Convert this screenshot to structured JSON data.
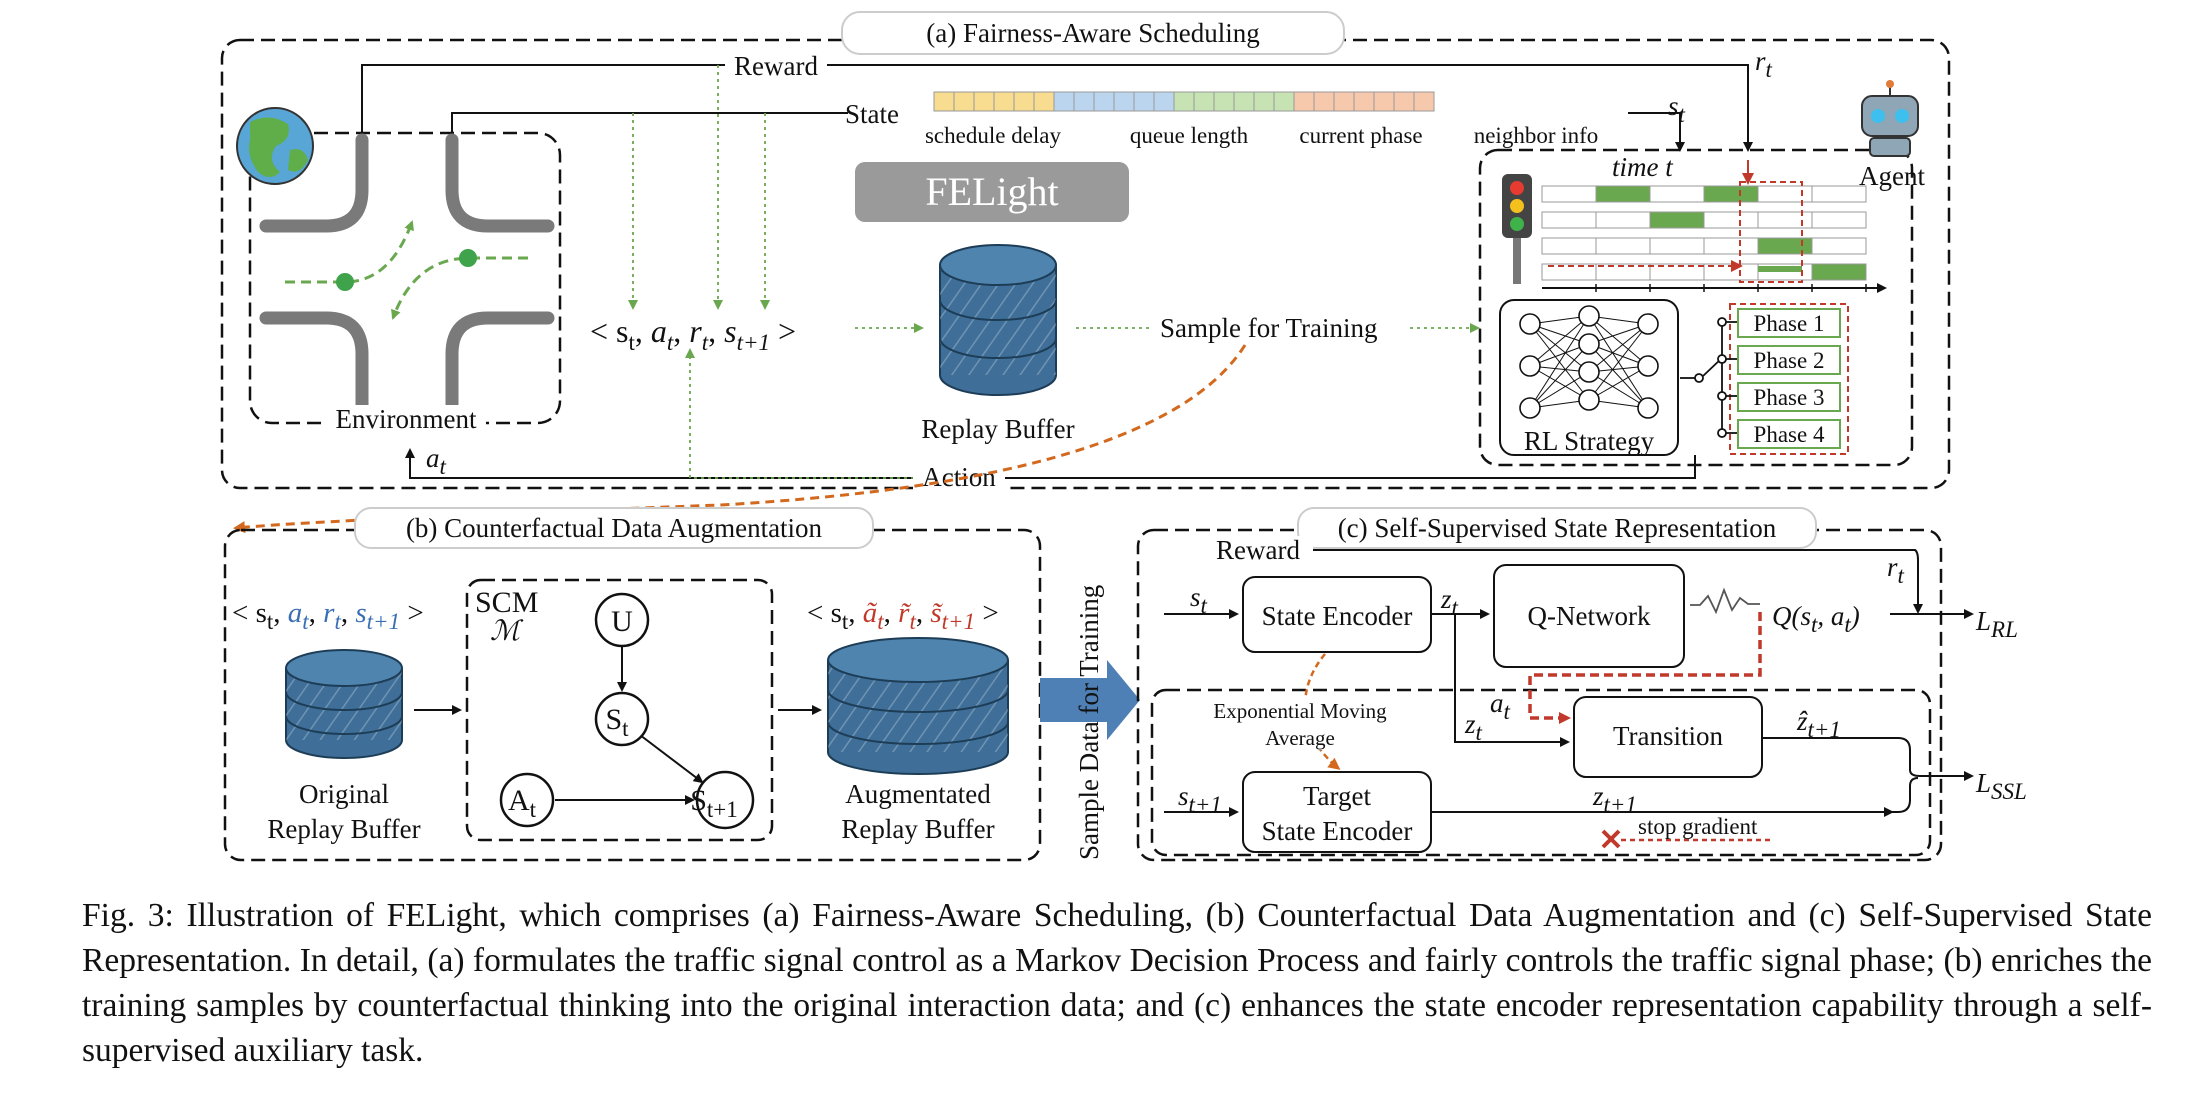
{
  "panels": {
    "a_title": "(a) Fairness-Aware Scheduling",
    "b_title": "(b) Counterfactual Data Augmentation",
    "c_title": "(c) Self-Supervised State Representation"
  },
  "panel_a": {
    "reward": "Reward",
    "state": "State",
    "r_t": "r",
    "r_t_sub": "t",
    "s_t": "s",
    "s_t_sub": "t",
    "state_segments": [
      "schedule delay",
      "queue length",
      "current phase",
      "neighbor info"
    ],
    "state_colors": [
      "#f8dc90",
      "#bcd5ee",
      "#c7e2b3",
      "#f6c9ad"
    ],
    "felight": "FELight",
    "agent": "Agent",
    "time_label": "time  t",
    "environment": "Environment",
    "replay_buffer": "Replay Buffer",
    "sample_for_training": "Sample for Training",
    "action": "Action",
    "a_t": "a",
    "a_t_sub": "t",
    "rl_strategy": "RL Strategy",
    "phases": [
      "Phase 1",
      "Phase 2",
      "Phase 3",
      "Phase 4"
    ]
  },
  "panel_b": {
    "scm": "SCM",
    "scm_m": "ℳ",
    "nodes": {
      "u": "U",
      "s": "S",
      "s_sub": "t",
      "a": "A",
      "a_sub": "t",
      "s1": "S",
      "s1_sub": "t+1"
    },
    "original_buffer": [
      "Original",
      "Replay Buffer"
    ],
    "augmented_buffer": [
      "Augmentated",
      "Replay Buffer"
    ],
    "sample_data": "Sample Data for Training"
  },
  "panel_c": {
    "reward": "Reward",
    "state_encoder": "State Encoder",
    "q_network": "Q-Network",
    "transition": "Transition",
    "target_encoder": [
      "Target",
      "State Encoder"
    ],
    "ema": [
      "Exponential Moving",
      "Average"
    ],
    "stop_gradient": "stop gradient",
    "q_label": "Q(s",
    "l_rl": "L",
    "l_rl_sub": "RL",
    "l_ssl": "L",
    "l_ssl_sub": "SSL"
  },
  "colors": {
    "green": "#6aa84f",
    "red": "#c0392b",
    "orange": "#d2691e",
    "blue_math": "#3a6fb5",
    "red_math": "#c0392b",
    "buffer_blue": "#3f6f98",
    "arrow_blue": "#4e7fb5",
    "felight_gray": "#9a9a9a"
  },
  "caption": "Fig. 3: Illustration of FELight, which comprises (a) Fairness-Aware Scheduling, (b) Counterfactual Data Augmentation and (c) Self-Supervised State Representation. In detail, (a) formulates the traffic signal control as a Markov Decision Process and fairly controls the traffic signal phase; (b) enriches the training samples by counterfactual thinking into the original interaction data; and (c) enhances the state encoder representation capability through a self-supervised auxiliary task."
}
